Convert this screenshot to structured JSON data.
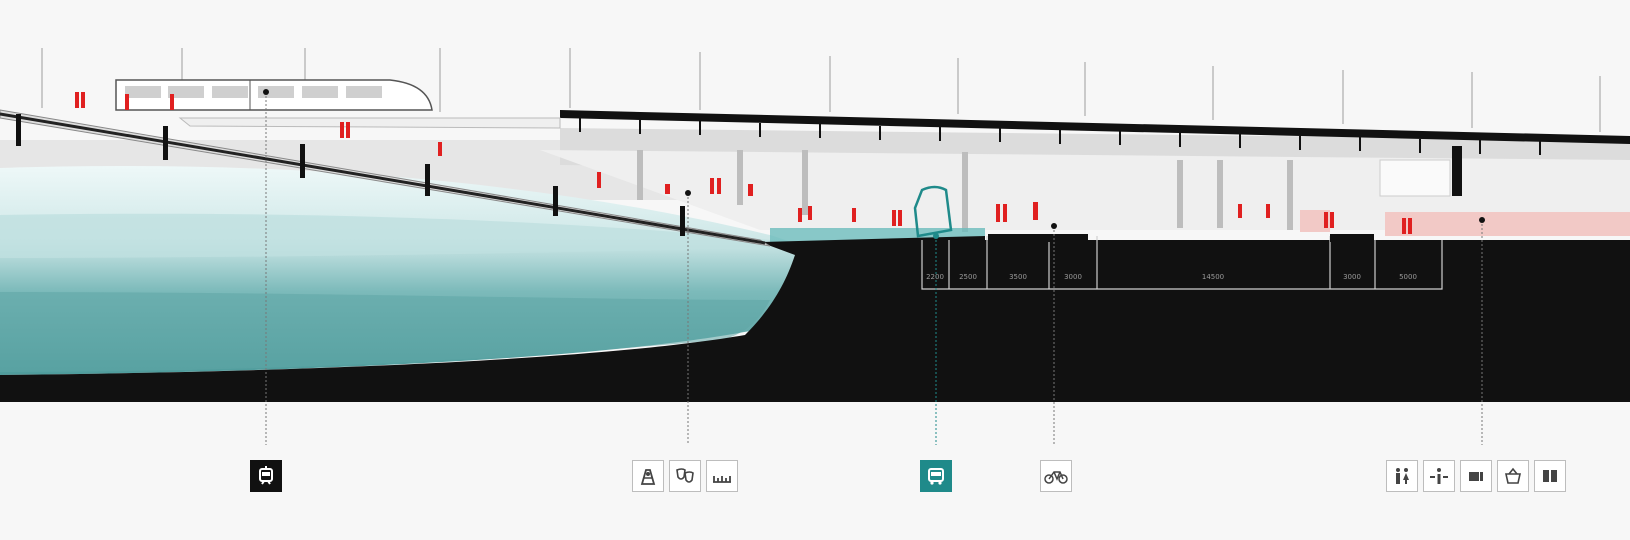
{
  "colors": {
    "structure": "#111111",
    "people": "#e02020",
    "transit_accent": "#1f8a8a",
    "water_light": "#d9efef",
    "water_mid": "#5fa9a9",
    "retail_zone": "#f2c9c6",
    "background": "#f7f7f7"
  },
  "dimensions": [
    "2200",
    "2500",
    "3500",
    "3000",
    "14500",
    "3000",
    "5000"
  ],
  "icon_groups": [
    {
      "id": "tram",
      "icons": [
        "tram-icon"
      ],
      "style": "dark"
    },
    {
      "id": "leisure",
      "icons": [
        "playground-icon",
        "theater-masks-icon",
        "seating-icon"
      ],
      "style": "outline"
    },
    {
      "id": "bus",
      "icons": [
        "bus-icon"
      ],
      "style": "teal"
    },
    {
      "id": "bicycle",
      "icons": [
        "bicycle-icon"
      ],
      "style": "outline"
    },
    {
      "id": "facilities",
      "icons": [
        "restroom-icon",
        "information-icon",
        "ticket-icon",
        "shopping-basket-icon",
        "book-icon"
      ],
      "style": "outline"
    }
  ]
}
